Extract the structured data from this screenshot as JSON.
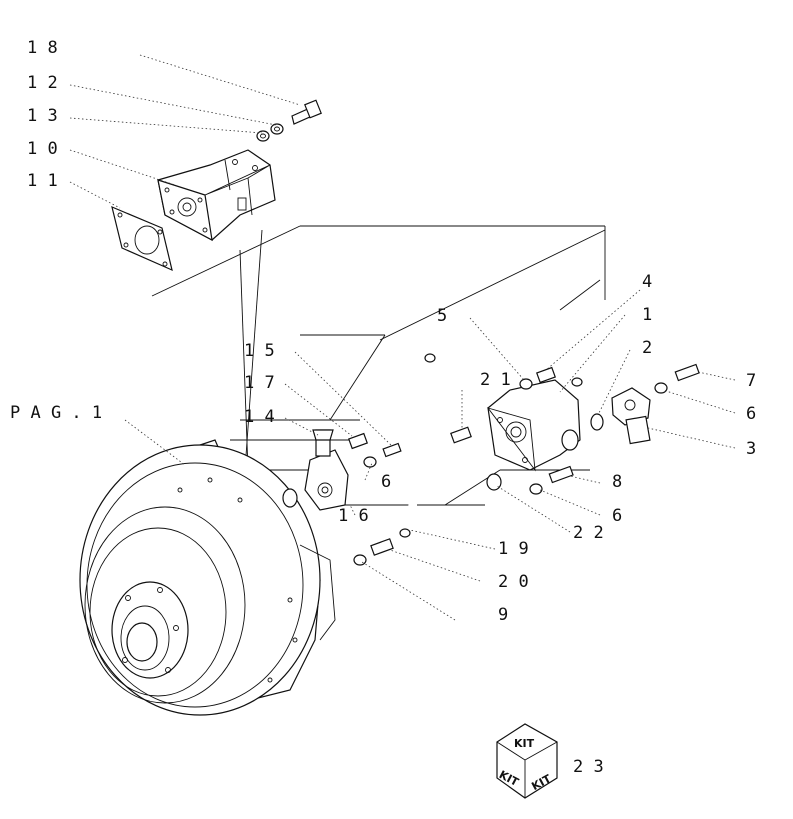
{
  "diagram": {
    "callouts": {
      "c18": "1 8",
      "c12": "1 2",
      "c13": "1 3",
      "c10": "1 0",
      "c11": "1 1",
      "pag": "P A G . 1",
      "c15": "1 5",
      "c17": "1 7",
      "c14": "1 4",
      "c16": "1 6",
      "c6a": "6",
      "c5": "5",
      "c21": "2 1",
      "c4": "4",
      "c1": "1",
      "c2": "2",
      "c7": "7",
      "c6b": "6",
      "c3": "3",
      "c8": "8",
      "c6c": "6",
      "c22": "2 2",
      "c19": "1 9",
      "c20": "2 0",
      "c9": "9",
      "c23": "2 3"
    },
    "kit": {
      "top": "KIT",
      "left": "KIT",
      "right": "KIT"
    }
  }
}
